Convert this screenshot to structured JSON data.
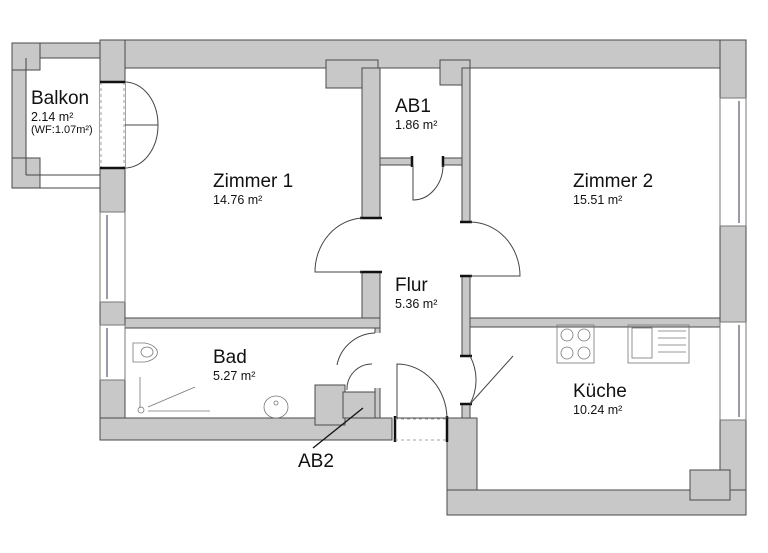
{
  "rooms": {
    "balkon": {
      "name": "Balkon",
      "area": "2.14 m²",
      "note": "(WF:1.07m²)"
    },
    "zimmer1": {
      "name": "Zimmer 1",
      "area": "14.76 m²"
    },
    "ab1": {
      "name": "AB1",
      "area": "1.86 m²"
    },
    "zimmer2": {
      "name": "Zimmer 2",
      "area": "15.51 m²"
    },
    "flur": {
      "name": "Flur",
      "area": "5.36 m²"
    },
    "bad": {
      "name": "Bad",
      "area": "5.27 m²"
    },
    "kueche": {
      "name": "Küche",
      "area": "10.24 m²"
    },
    "ab2": {
      "name": "AB2"
    }
  },
  "colors": {
    "wall": "#c8c8c8",
    "line": "#4a4a4a"
  }
}
